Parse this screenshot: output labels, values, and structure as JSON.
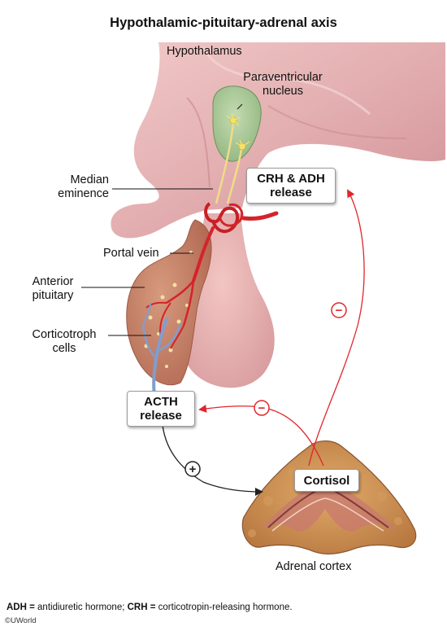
{
  "title": "Hypothalamic-pituitary-adrenal axis",
  "labels": {
    "hypothalamus": "Hypothalamus",
    "paraventricular_line1": "Paraventricular",
    "paraventricular_line2": "nucleus",
    "median_line1": "Median",
    "median_line2": "eminence",
    "portal_vein": "Portal vein",
    "anterior_line1": "Anterior",
    "anterior_line2": "pituitary",
    "corticotroph_line1": "Corticotroph",
    "corticotroph_line2": "cells",
    "adrenal_cortex": "Adrenal cortex"
  },
  "boxes": {
    "crh_adh_line1": "CRH & ADH",
    "crh_adh_line2": "release",
    "acth_line1": "ACTH",
    "acth_line2": "release",
    "cortisol": "Cortisol"
  },
  "signs": {
    "inhibit_top": "−",
    "inhibit_mid": "−",
    "stimulate": "+"
  },
  "footnote": {
    "adh_abbr": "ADH =",
    "adh_text": " antidiuretic hormone; ",
    "crh_abbr": "CRH =",
    "crh_text": " corticotropin-releasing hormone."
  },
  "copyright": "©UWorld",
  "colors": {
    "tissue_pink": "#e3aeb0",
    "nucleus_green": "#9fc38f",
    "vessel_red": "#d4242a",
    "vein_blue": "#7f9ed0",
    "adrenal_tan": "#c98a4f",
    "feedback_red": "#e0262c",
    "stimulate_black": "#222222"
  }
}
